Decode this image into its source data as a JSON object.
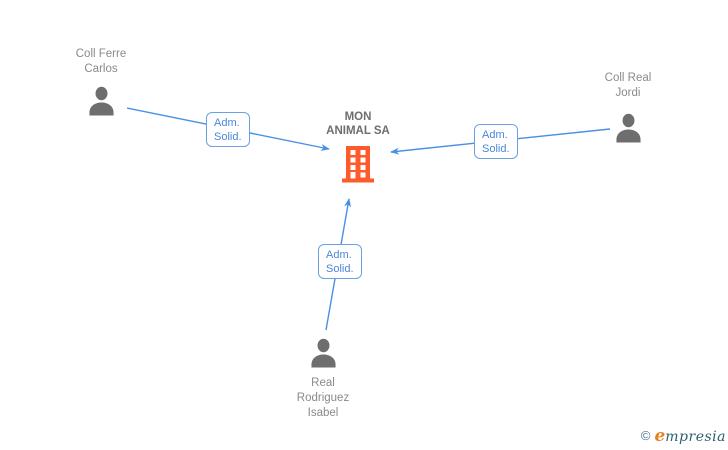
{
  "diagram": {
    "company": {
      "name_lines": [
        "MON",
        "ANIMAL SA"
      ],
      "icon": "building-icon",
      "icon_color": "#ff5a2b"
    },
    "persons": [
      {
        "name_lines": [
          "Coll Ferre",
          "Carlos"
        ],
        "icon": "person-icon"
      },
      {
        "name_lines": [
          "Coll Real",
          "Jordi"
        ],
        "icon": "person-icon"
      },
      {
        "name_lines": [
          "Real",
          "Rodriguez",
          "Isabel"
        ],
        "icon": "person-icon"
      }
    ],
    "edges": [
      {
        "from": "Coll Ferre Carlos",
        "to": "MON ANIMAL SA",
        "label_lines": [
          "Adm.",
          "Solid."
        ]
      },
      {
        "from": "Coll Real Jordi",
        "to": "MON ANIMAL SA",
        "label_lines": [
          "Adm.",
          "Solid."
        ]
      },
      {
        "from": "Real Rodriguez Isabel",
        "to": "MON ANIMAL SA",
        "label_lines": [
          "Adm.",
          "Solid."
        ]
      }
    ],
    "colors": {
      "edge_blue": "#4a90e2",
      "label_border_blue": "#6aa1e4",
      "label_text_blue": "#4a86d8",
      "person_gray": "#6e6e6e",
      "name_text_gray": "#8a8a8a",
      "company_text_gray": "#6e6e6e",
      "building_orange": "#ff5a2b"
    }
  },
  "footer": {
    "copyright_symbol": "©",
    "brand_initial": "e",
    "brand_rest": "mpresia",
    "brand_orange": "#e8821e",
    "brand_teal": "#2f5f6f"
  }
}
